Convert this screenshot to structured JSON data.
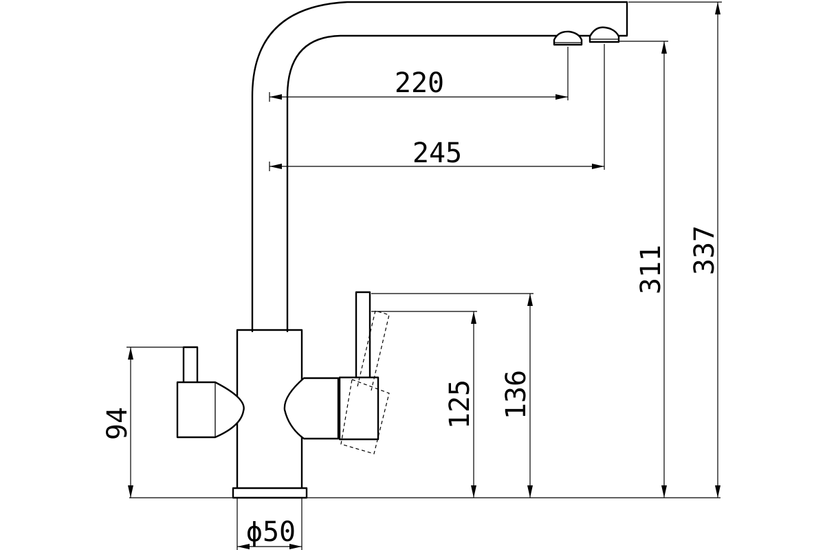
{
  "dimensions": {
    "spout_reach_outlet_1": "220",
    "spout_reach_outlet_2": "245",
    "outlet_height_1": "311",
    "total_height": "337",
    "lever_height_1": "125",
    "lever_height_2": "136",
    "handle_height": "94",
    "base_diameter": "ϕ50"
  }
}
